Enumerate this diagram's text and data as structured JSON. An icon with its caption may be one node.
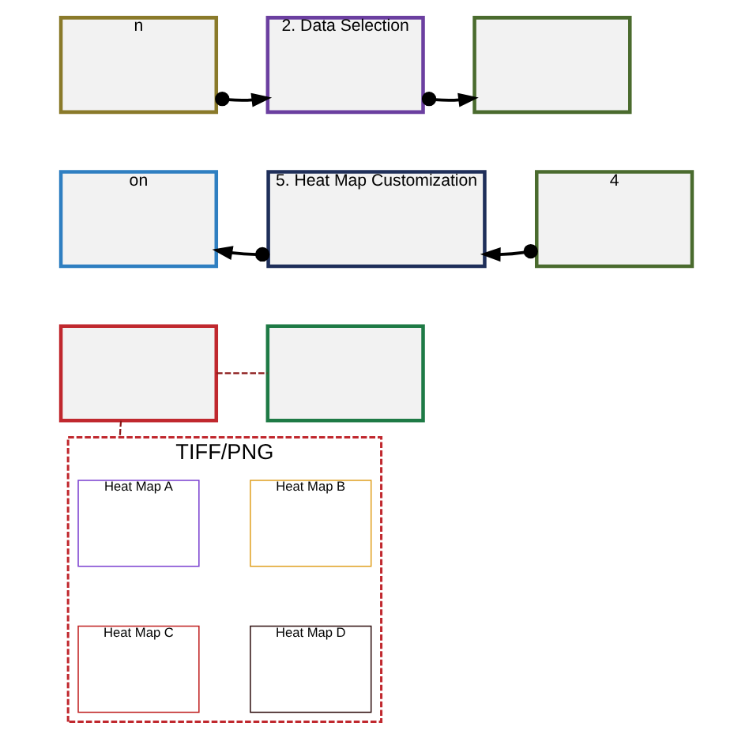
{
  "diagram": {
    "nodes": [
      {
        "text": [
          "n"
        ]
      },
      {
        "text": [
          "2. Data Selection"
        ]
      },
      {
        "text": [],
        "shape": "box"
      },
      {
        "text": [
          "on"
        ]
      },
      {
        "text": [
          "5. Heat Map Customization"
        ]
      },
      {
        "text": [
          "4"
        ]
      },
      {
        "text": [],
        "shape": "box"
      },
      {
        "text": [
          "TIFF/PNG"
        ]
      },
      {
        "text": [
          "Heat Map A"
        ],
        "in": 7
      },
      {
        "text": [
          "Heat Map B"
        ],
        "in": 7
      },
      {
        "text": [
          "Heat Map C"
        ],
        "in": 7
      },
      {
        "text": [
          "Heat Map D"
        ],
        "in": 7
      },
      {
        "text": [],
        "shape": "box"
      }
    ],
    "edges": [
      {
        "from": 0,
        "to": 1,
        "arrow": "to"
      },
      {
        "from": 1,
        "to": 2,
        "arrow": "to"
      },
      {
        "from": 5,
        "to": 4,
        "arrow": "to"
      },
      {
        "from": 4,
        "to": 3,
        "arrow": "to"
      },
      {
        "from": 6,
        "to": 7,
        "arrow": "none",
        "style": "dashed",
        "color": "#8b1a1a"
      },
      {
        "from": 6,
        "to": 12,
        "arrow": "none",
        "style": "dashed",
        "color": "#8b1a1a"
      }
    ]
  }
}
